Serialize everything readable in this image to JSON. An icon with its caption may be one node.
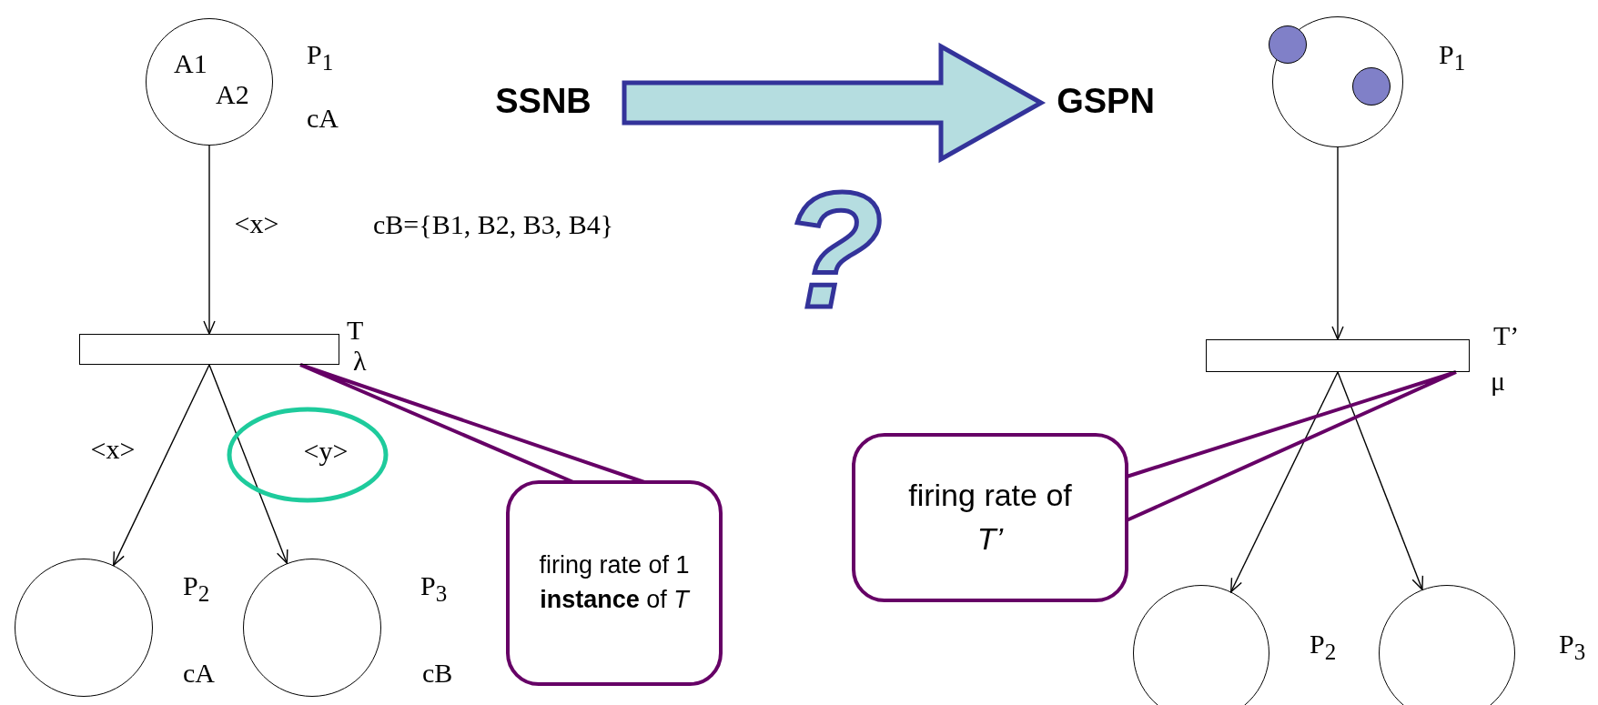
{
  "diagram": {
    "nodes": [
      {
        "text": [
          "A1",
          "A2"
        ],
        "beside": [
          "P$_{1}$",
          "cA"
        ]
      },
      {
        "text": [],
        "shape": "bar",
        "beside": [
          "T",
          "λ"
        ]
      },
      {
        "text": [],
        "shape": "circle",
        "beside": [
          "P$_{2}$",
          "cA"
        ]
      },
      {
        "text": [],
        "shape": "circle",
        "beside": [
          "P$_{3}$",
          "cB"
        ]
      },
      {
        "text": [
          "firing rate of 1 **instance** of *T*"
        ]
      },
      {
        "text": [
          "SSNB"
        ]
      },
      {
        "text": [
          "GSPN"
        ]
      },
      {
        "text": [],
        "shape": "circle",
        "beside": [
          "P$_{1}$"
        ]
      },
      {
        "text": [],
        "shape": "bar",
        "beside": [
          "T’",
          "μ"
        ]
      },
      {
        "text": [],
        "shape": "circle",
        "beside": [
          "P$_{2}$"
        ]
      },
      {
        "text": [],
        "shape": "circle",
        "beside": [
          "P$_{3}$"
        ]
      },
      {
        "text": [
          "firing rate of *T’*"
        ]
      }
    ],
    "edges": [
      {
        "from": 0,
        "to": 1,
        "arrow": "to",
        "label": "<x>"
      },
      {
        "from": 1,
        "to": 2,
        "arrow": "to",
        "label": "<x>"
      },
      {
        "from": 1,
        "to": 3,
        "arrow": "to",
        "label": "<y>"
      },
      {
        "from": 4,
        "to": 1,
        "arrow": "none",
        "color": "#660066"
      },
      {
        "from": 5,
        "to": 6,
        "arrow": "to",
        "style": "thick",
        "color": "#33339a"
      },
      {
        "from": 7,
        "to": 8,
        "arrow": "to"
      },
      {
        "from": 8,
        "to": 9,
        "arrow": "to"
      },
      {
        "from": 8,
        "to": 10,
        "arrow": "to"
      },
      {
        "from": 11,
        "to": 8,
        "arrow": "none",
        "color": "#660066"
      }
    ],
    "labels": [
      "cB={B1, B2, B3, B4}",
      "?"
    ]
  }
}
